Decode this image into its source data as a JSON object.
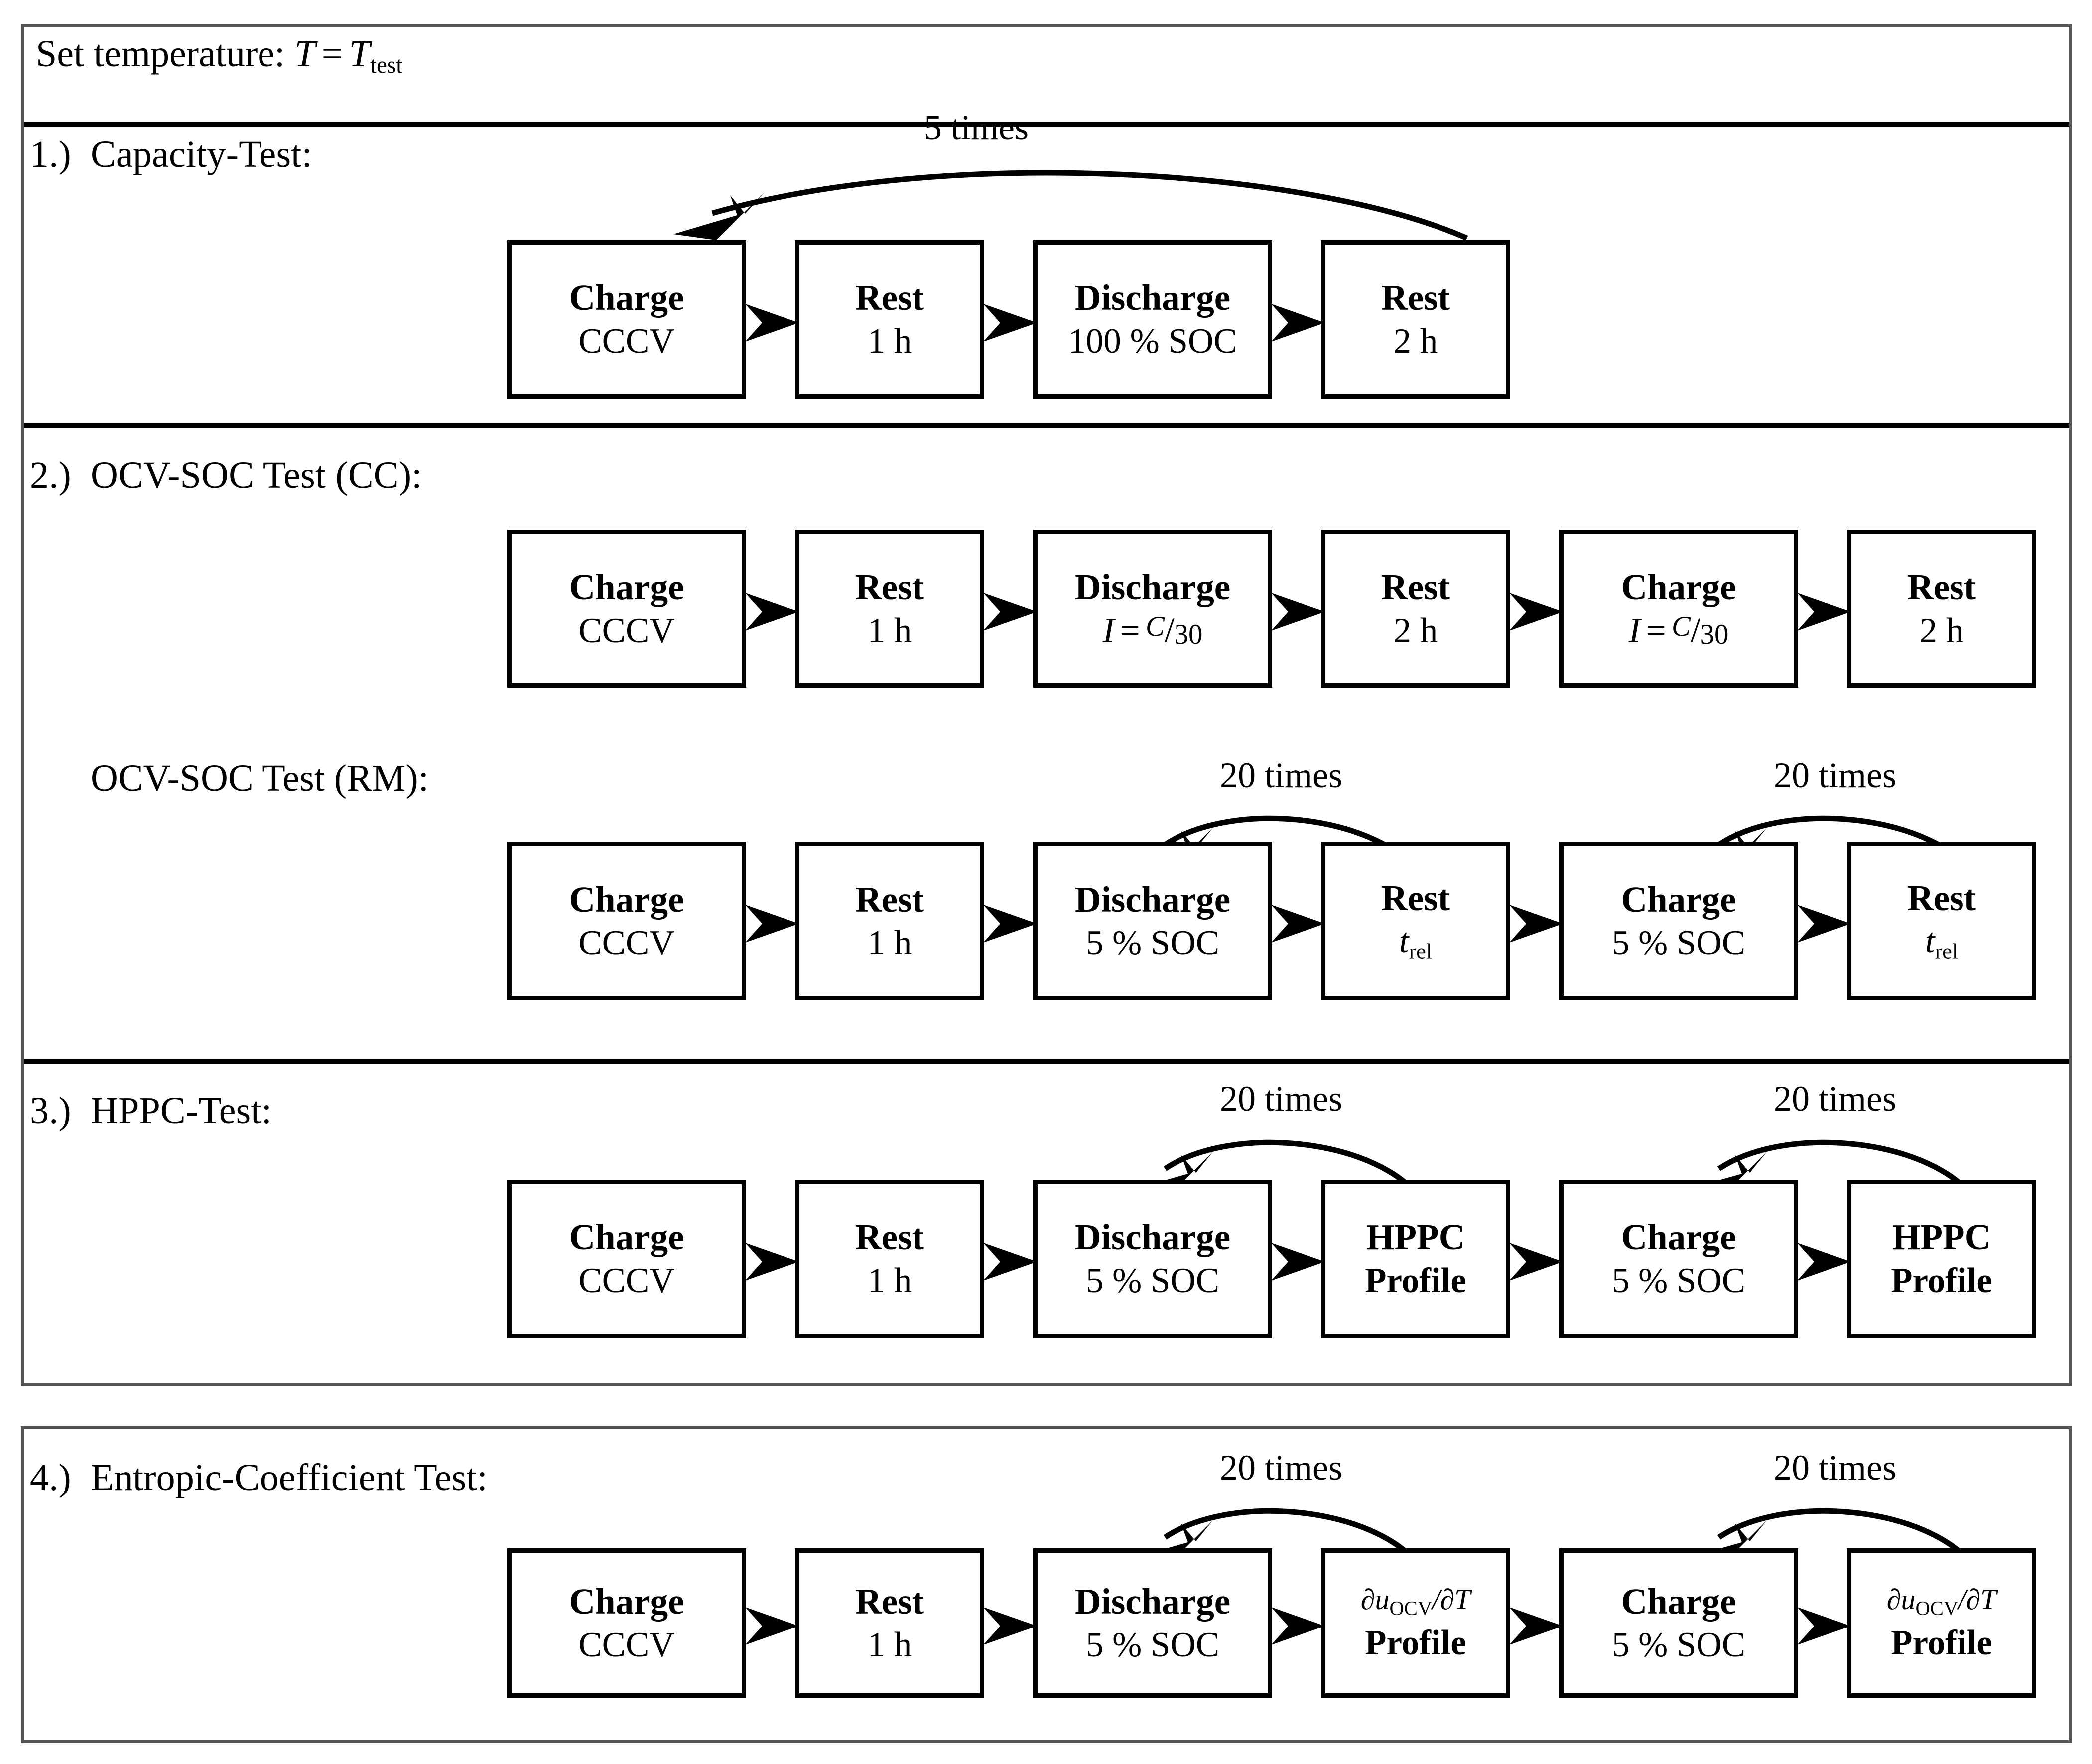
{
  "header": {
    "label": "Set temperature:",
    "formula_var": "T",
    "formula_eq": "=",
    "formula_rhs_var": "T",
    "formula_rhs_sub": "test",
    "full_text": "Set temperature: T = T_test"
  },
  "sections": [
    {
      "id": "capacity-test",
      "number": "1.)",
      "title": "Capacity-Test:",
      "rows": [
        {
          "id": "capacity-row",
          "boxes": [
            {
              "name": "charge-cccv",
              "line1": "Charge",
              "line2": "CCCV",
              "line2_kind": "plain"
            },
            {
              "name": "rest-1h",
              "line1": "Rest",
              "line2": "1 h",
              "line2_kind": "plain"
            },
            {
              "name": "discharge-100soc",
              "line1": "Discharge",
              "line2": "100 % SOC",
              "line2_kind": "plain"
            },
            {
              "name": "rest-2h",
              "line1": "Rest",
              "line2": "2 h",
              "line2_kind": "plain"
            }
          ],
          "loops": [
            {
              "name": "loop-5-times",
              "label": "5 times",
              "from_box": 3,
              "to_box": 0
            }
          ]
        }
      ]
    },
    {
      "id": "ocv-soc-test",
      "number": "2.)",
      "title": "OCV-SOC Test (CC):",
      "subtitle": "OCV-SOC Test (RM):",
      "rows": [
        {
          "id": "ocv-cc-row",
          "boxes": [
            {
              "name": "charge-cccv",
              "line1": "Charge",
              "line2": "CCCV",
              "line2_kind": "plain"
            },
            {
              "name": "rest-1h",
              "line1": "Rest",
              "line2": "1 h",
              "line2_kind": "plain"
            },
            {
              "name": "discharge-c30",
              "line1": "Discharge",
              "line2": "I = C/30",
              "line2_kind": "current"
            },
            {
              "name": "rest-2h",
              "line1": "Rest",
              "line2": "2 h",
              "line2_kind": "plain"
            },
            {
              "name": "charge-c30",
              "line1": "Charge",
              "line2": "I = C/30",
              "line2_kind": "current"
            },
            {
              "name": "rest-2h-2",
              "line1": "Rest",
              "line2": "2 h",
              "line2_kind": "plain"
            }
          ],
          "loops": []
        },
        {
          "id": "ocv-rm-row",
          "boxes": [
            {
              "name": "charge-cccv",
              "line1": "Charge",
              "line2": "CCCV",
              "line2_kind": "plain"
            },
            {
              "name": "rest-1h",
              "line1": "Rest",
              "line2": "1 h",
              "line2_kind": "plain"
            },
            {
              "name": "discharge-5soc",
              "line1": "Discharge",
              "line2": "5 % SOC",
              "line2_kind": "plain"
            },
            {
              "name": "rest-trel",
              "line1": "Rest",
              "line2": "t_rel",
              "line2_kind": "trel"
            },
            {
              "name": "charge-5soc",
              "line1": "Charge",
              "line2": "5 % SOC",
              "line2_kind": "plain"
            },
            {
              "name": "rest-trel-2",
              "line1": "Rest",
              "line2": "t_rel",
              "line2_kind": "trel"
            }
          ],
          "loops": [
            {
              "name": "loop-20-times-discharge",
              "label": "20 times",
              "from_box": 3,
              "to_box": 2
            },
            {
              "name": "loop-20-times-charge",
              "label": "20 times",
              "from_box": 5,
              "to_box": 4
            }
          ]
        }
      ]
    },
    {
      "id": "hppc-test",
      "number": "3.)",
      "title": "HPPC-Test:",
      "rows": [
        {
          "id": "hppc-row",
          "boxes": [
            {
              "name": "charge-cccv",
              "line1": "Charge",
              "line2": "CCCV",
              "line2_kind": "plain"
            },
            {
              "name": "rest-1h",
              "line1": "Rest",
              "line2": "1 h",
              "line2_kind": "plain"
            },
            {
              "name": "discharge-5soc",
              "line1": "Discharge",
              "line2": "5 % SOC",
              "line2_kind": "plain"
            },
            {
              "name": "hppc-profile",
              "line1": "HPPC",
              "line2": "Profile",
              "line2_kind": "bold"
            },
            {
              "name": "charge-5soc",
              "line1": "Charge",
              "line2": "5 % SOC",
              "line2_kind": "plain"
            },
            {
              "name": "hppc-profile-2",
              "line1": "HPPC",
              "line2": "Profile",
              "line2_kind": "bold"
            }
          ],
          "loops": [
            {
              "name": "loop-20-times-discharge",
              "label": "20 times",
              "from_box": 3,
              "to_box": 2
            },
            {
              "name": "loop-20-times-charge",
              "label": "20 times",
              "from_box": 5,
              "to_box": 4
            }
          ]
        }
      ]
    },
    {
      "id": "entropic-coefficient-test",
      "number": "4.)",
      "title": "Entropic-Coefficient Test:",
      "rows": [
        {
          "id": "entropic-row",
          "boxes": [
            {
              "name": "charge-cccv",
              "line1": "Charge",
              "line2": "CCCV",
              "line2_kind": "plain"
            },
            {
              "name": "rest-1h",
              "line1": "Rest",
              "line2": "1 h",
              "line2_kind": "plain"
            },
            {
              "name": "discharge-5soc",
              "line1": "Discharge",
              "line2": "5 % SOC",
              "line2_kind": "plain"
            },
            {
              "name": "entropic-profile",
              "line1": "du_OCV/dT",
              "line1_kind": "dudt",
              "line2": "Profile",
              "line2_kind": "bold"
            },
            {
              "name": "charge-5soc",
              "line1": "Charge",
              "line2": "5 % SOC",
              "line2_kind": "plain"
            },
            {
              "name": "entropic-profile-2",
              "line1": "du_OCV/dT",
              "line1_kind": "dudt",
              "line2": "Profile",
              "line2_kind": "bold"
            }
          ],
          "loops": [
            {
              "name": "loop-20-times-discharge",
              "label": "20 times",
              "from_box": 3,
              "to_box": 2
            },
            {
              "name": "loop-20-times-charge",
              "label": "20 times",
              "from_box": 5,
              "to_box": 4
            }
          ]
        }
      ]
    }
  ],
  "colors": {
    "frame_border": "#555555",
    "divider": "#000000",
    "box_border": "#000000",
    "text": "#000000",
    "background": "#ffffff"
  }
}
